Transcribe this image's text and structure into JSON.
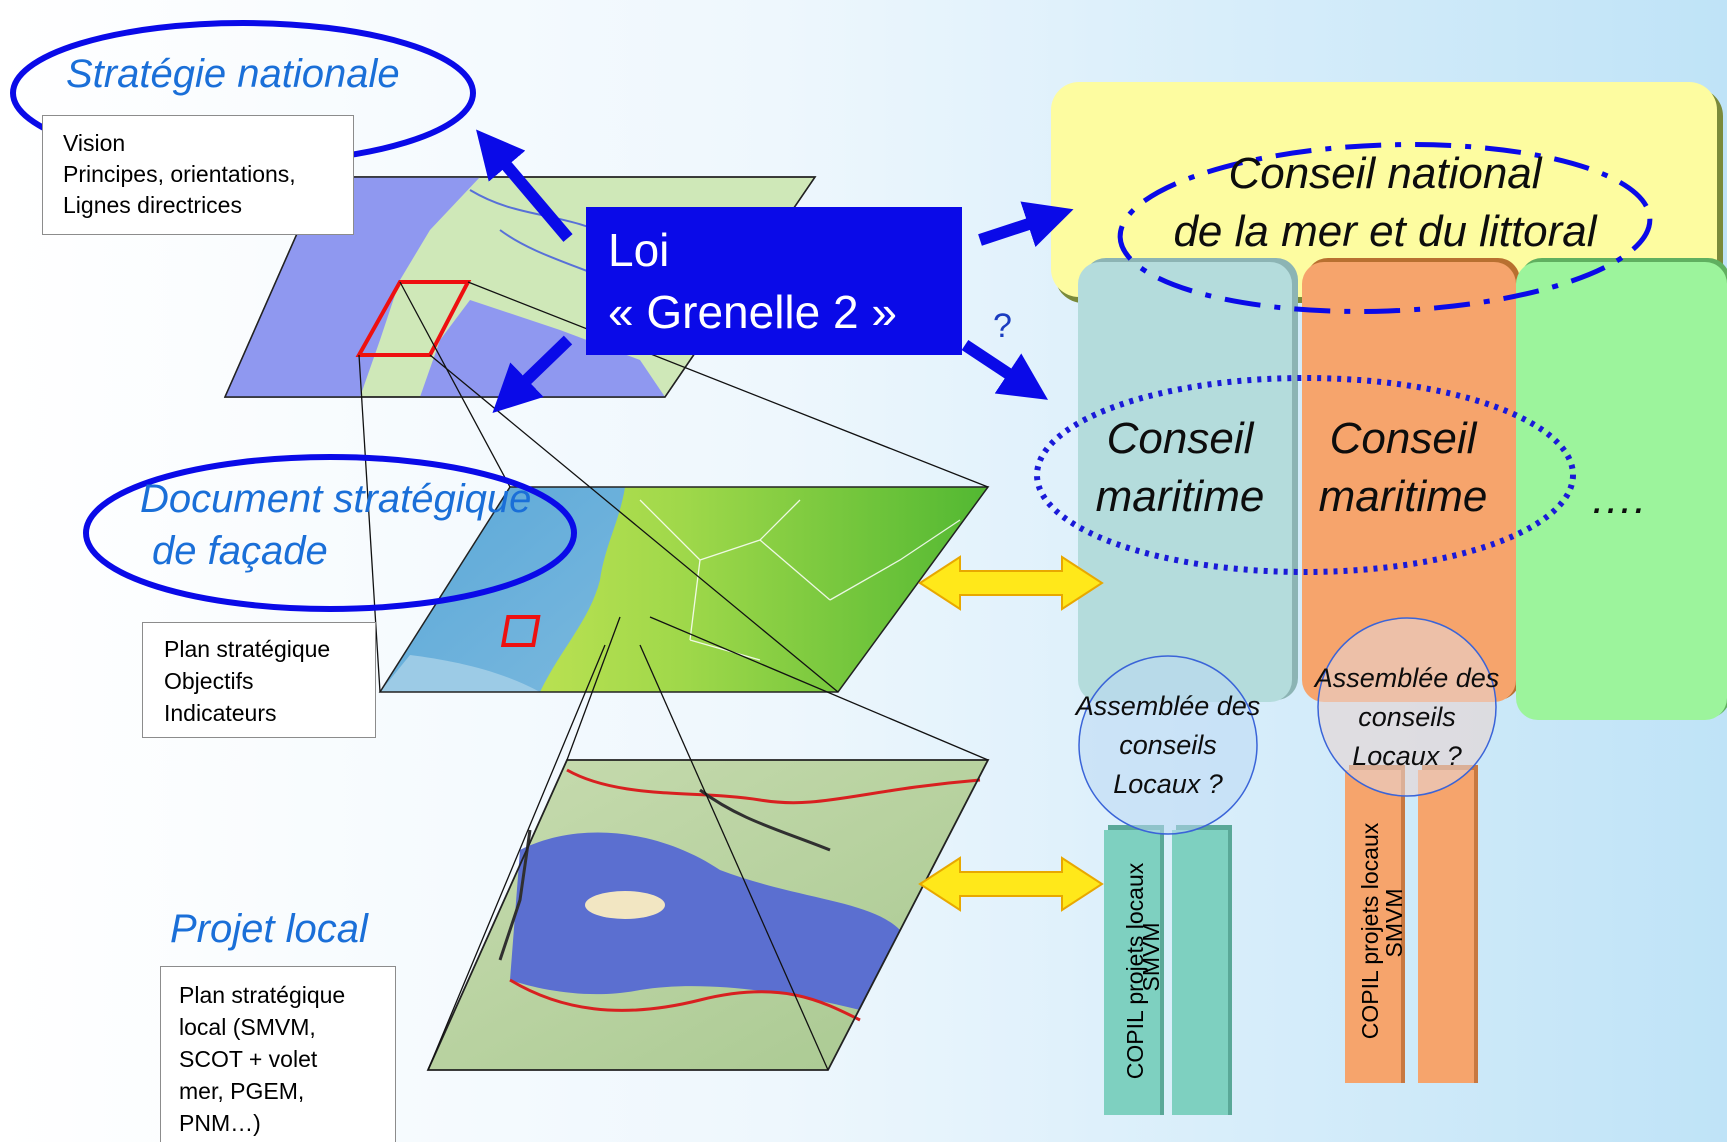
{
  "strategie_nationale": {
    "title": "Stratégie nationale",
    "lines": [
      "Vision",
      "Principes, orientations,",
      "Lignes directrices"
    ]
  },
  "loi": {
    "line1": "Loi",
    "line2": "« Grenelle 2 »"
  },
  "question_mark": "?",
  "conseil_national": {
    "line1": "Conseil national",
    "line2": "de la mer et du littoral"
  },
  "document_strategique": {
    "title_line1": "Document stratégique",
    "title_line2": "de façade",
    "lines": [
      "Plan stratégique",
      "Objectifs",
      "Indicateurs"
    ]
  },
  "conseils_maritimes": [
    {
      "line1": "Conseil",
      "line2": "maritime"
    },
    {
      "line1": "Conseil",
      "line2": "maritime"
    }
  ],
  "ellipsis": "….",
  "assemblees": [
    {
      "line1": "Assemblée des",
      "line2": "conseils",
      "line3": "Locaux ?"
    },
    {
      "line1": "Assemblée des",
      "line2": "conseils",
      "line3": "Locaux ?"
    }
  ],
  "pillars": [
    {
      "label": "COPIL projets locaux"
    },
    {
      "label": "SMVM"
    },
    {
      "label": "COPIL projets locaux"
    },
    {
      "label": "SMVM"
    }
  ],
  "projet_local": {
    "title": "Projet local",
    "lines": [
      "Plan stratégique",
      "local (SMVM,",
      "SCOT + volet",
      "mer, PGEM,",
      "PNM…)"
    ]
  },
  "colors": {
    "blue_accent": "#0a0ae8",
    "title_blue": "#1a6fd8",
    "national_yellow": "#fdfca0",
    "council_teal": "#b4dcdc",
    "council_orange": "#f6a46c",
    "council_green": "#9cf49c",
    "arrow_yellow": "#ffe81a"
  }
}
